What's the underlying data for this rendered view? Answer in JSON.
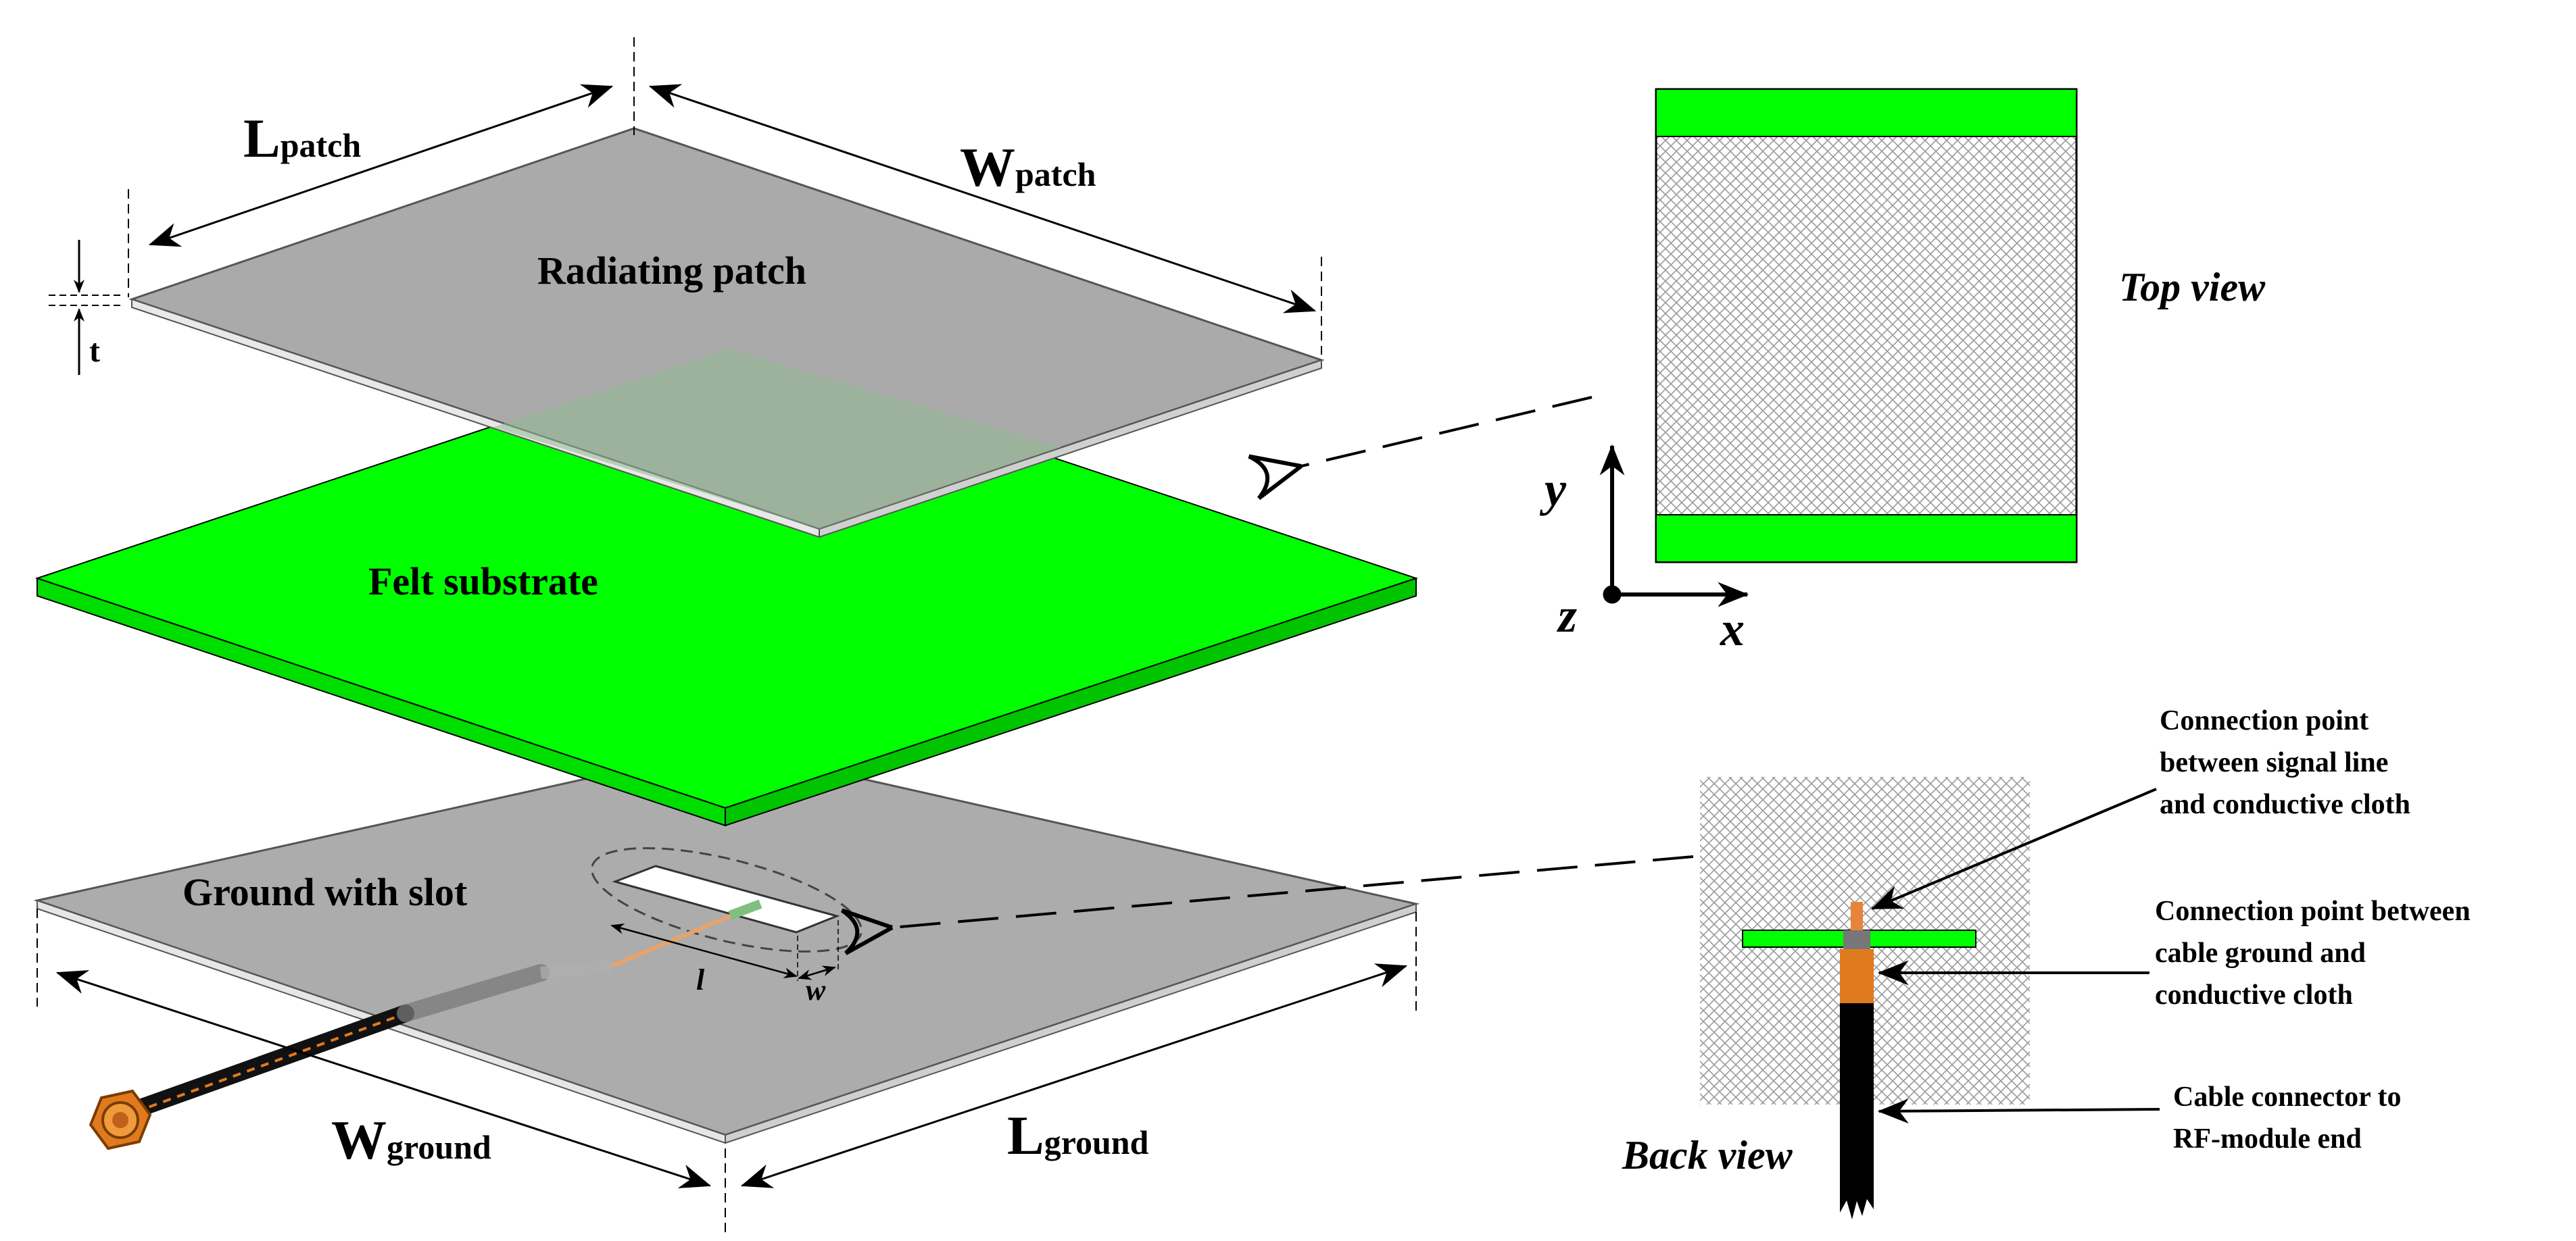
{
  "layers": {
    "patch_label": "Radiating patch",
    "substrate_label": "Felt substrate",
    "ground_label": "Ground with slot"
  },
  "dimensions": {
    "l_patch_main": "L",
    "l_patch_sub": "patch",
    "w_patch_main": "W",
    "w_patch_sub": "patch",
    "w_ground_main": "W",
    "w_ground_sub": "ground",
    "l_ground_main": "L",
    "l_ground_sub": "ground",
    "thickness": "t",
    "slot_length": "l",
    "slot_width": "w"
  },
  "top_view": {
    "title": "Top view",
    "axis_x": "x",
    "axis_y": "y",
    "axis_z": "z"
  },
  "back_view": {
    "title": "Back view",
    "annotations": [
      "Connection point",
      "between signal line",
      "and conductive cloth",
      "Connection point between",
      "cable ground and",
      "conductive cloth",
      "Cable connector to",
      "RF-module end"
    ]
  },
  "colors": {
    "conductive_cloth": "#aaaaaa",
    "felt": "#00ff00",
    "cable_outer": "#111111",
    "connector": "#e07a1f",
    "signal_line": "#e8843a"
  }
}
